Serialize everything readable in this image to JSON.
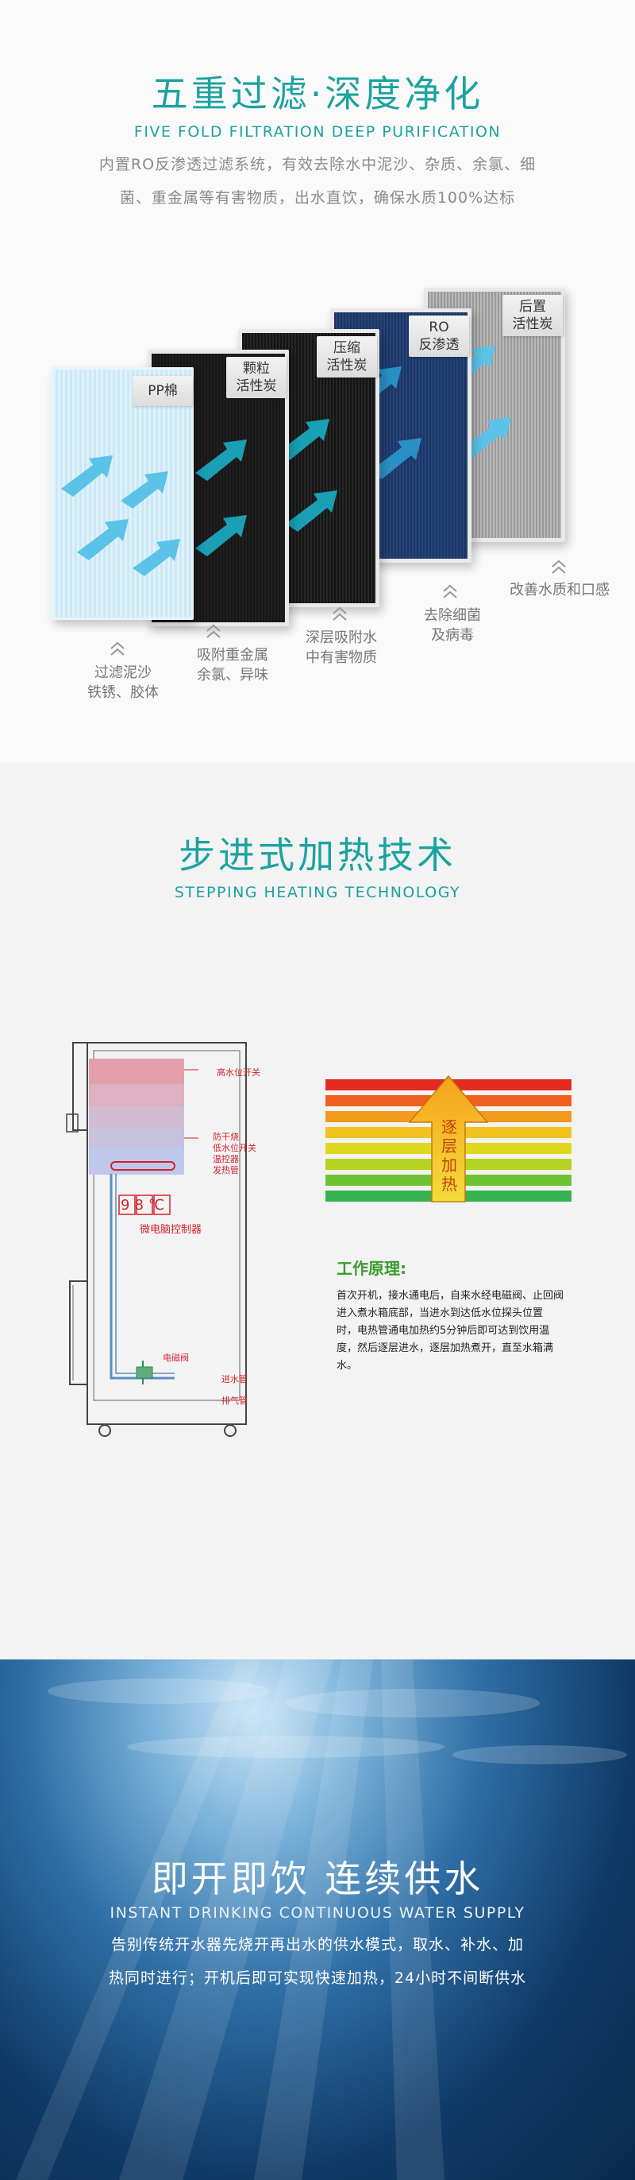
{
  "filtration": {
    "title": "五重过滤·深度净化",
    "subtitle": "FIVE FOLD FILTRATION  DEEP PURIFICATION",
    "desc_line1": "内置RO反渗透过滤系统，有效去除水中泥沙、杂质、余氯、细",
    "desc_line2": "菌、重金属等有害物质，出水直饮，确保水质100%达标",
    "filters": [
      {
        "tag_line1": "PP棉",
        "tag_line2": "",
        "cap_line1": "过滤泥沙",
        "cap_line2": "铁锈、胶体"
      },
      {
        "tag_line1": "颗粒",
        "tag_line2": "活性炭",
        "cap_line1": "吸附重金属",
        "cap_line2": "余氯、异味"
      },
      {
        "tag_line1": "压缩",
        "tag_line2": "活性炭",
        "cap_line1": "深层吸附水",
        "cap_line2": "中有害物质"
      },
      {
        "tag_line1": "RO",
        "tag_line2": "反渗透",
        "cap_line1": "去除细菌",
        "cap_line2": "及病毒"
      },
      {
        "tag_line1": "后置",
        "tag_line2": "活性炭",
        "cap_line1": "改善水质和口感",
        "cap_line2": ""
      }
    ]
  },
  "heating": {
    "title": "步进式加热技术",
    "subtitle": "STEPPING HEATING TECHNOLOGY",
    "diagram_labels": {
      "high_level_switch": "高水位开关",
      "dry_burn": "防干烧",
      "low_level_switch": "低水位开关",
      "temp_control": "温控器",
      "heating_tube": "发热管",
      "temp_display": "98℃",
      "controller": "微电脑控制器",
      "solenoid_valve": "电磁阀",
      "inlet_pipe": "进水管",
      "exhaust_pipe": "排气管"
    },
    "arrow_text": [
      "逐",
      "层",
      "加",
      "热"
    ],
    "principle_title": "工作原理:",
    "principle_lines": [
      "首次开机，接水通电后，自来水经电磁阀、止回阀",
      "进入煮水箱底部，当进水到达低水位探头位置",
      "时，电热管通电加热约5分钟后即可达到饮用温",
      "度，然后逐层进水，逐层加热煮开，直至水箱满",
      "水。"
    ]
  },
  "instant": {
    "title": "即开即饮 连续供水",
    "subtitle": "INSTANT DRINKING CONTINUOUS WATER SUPPLY",
    "desc_line1": "告别传统开水器先烧开再出水的供水模式，取水、补水、加",
    "desc_line2": "热同时进行；开机后即可实现快速加热，24小时不间断供水"
  },
  "colors": {
    "accent": "#1aa3a0",
    "principle_green": "#3a9a2e",
    "diagram_red": "#d4222a"
  }
}
